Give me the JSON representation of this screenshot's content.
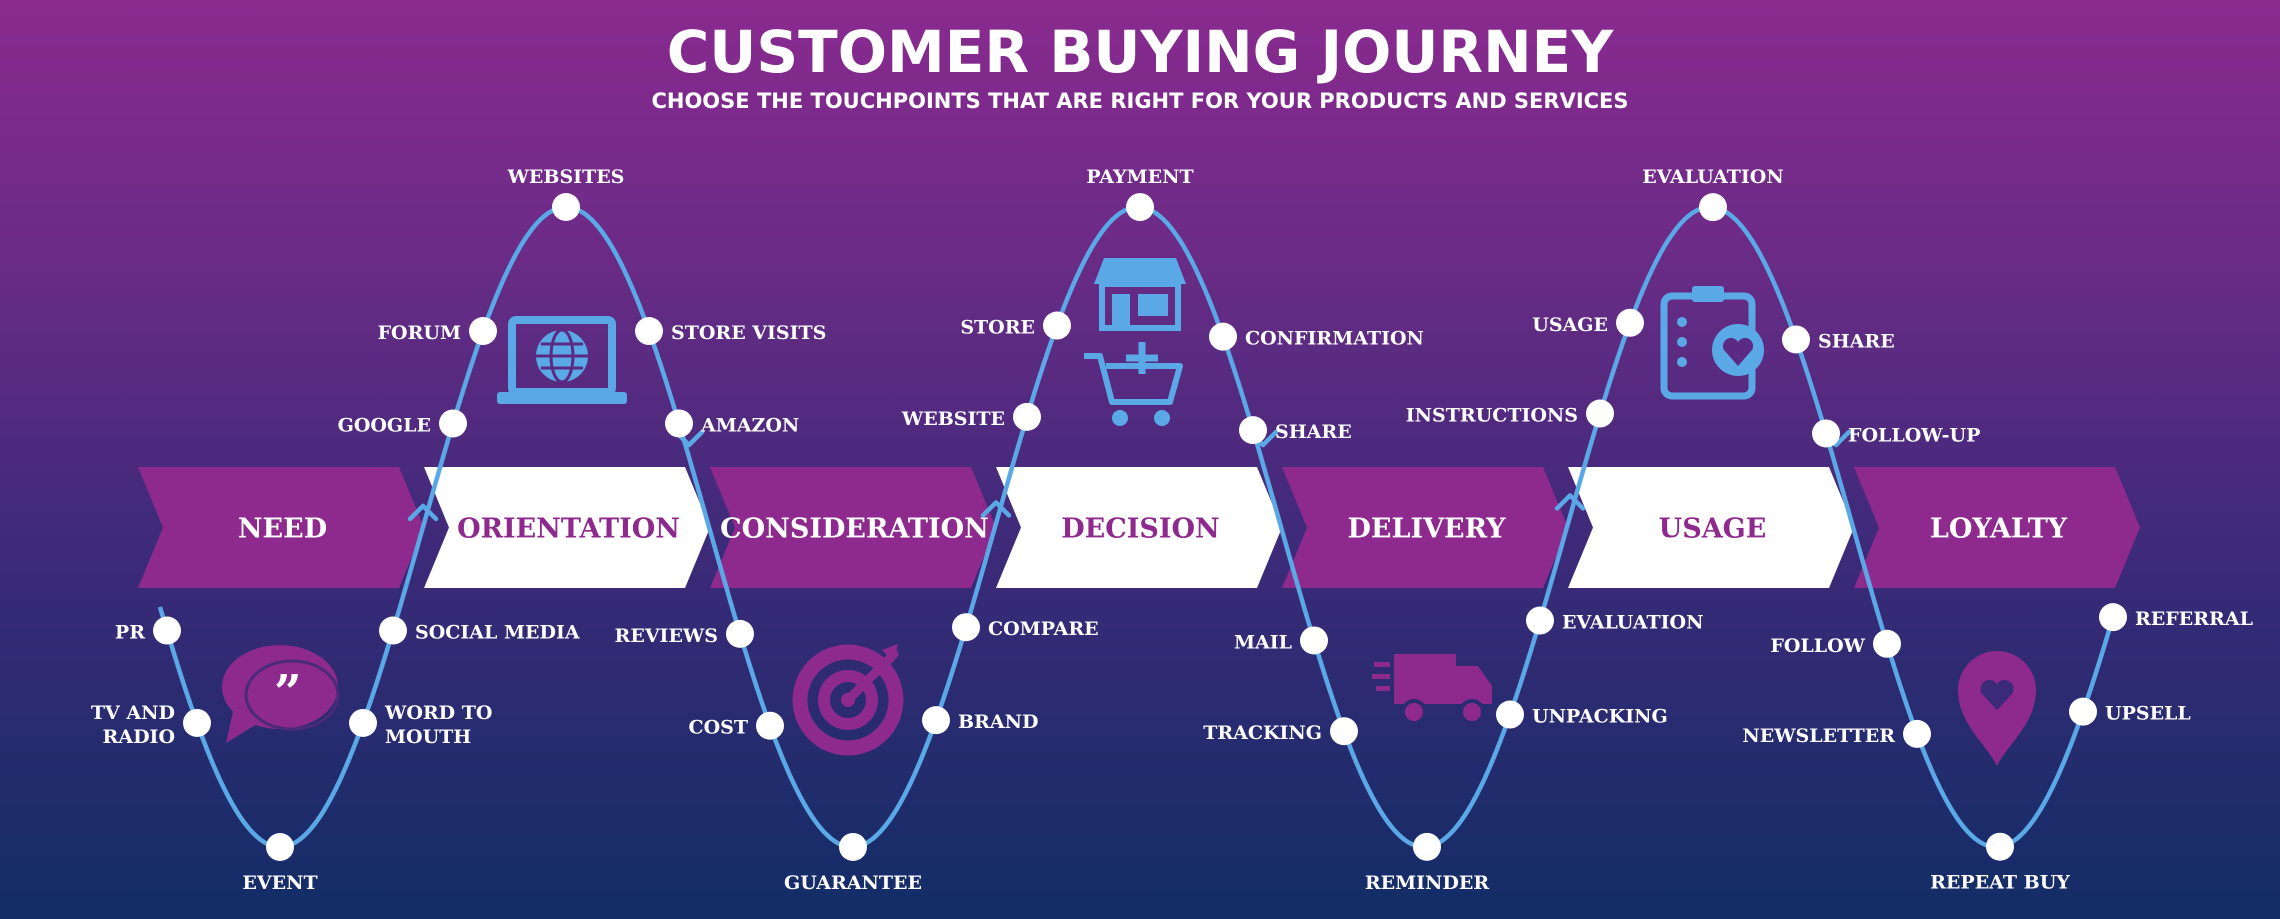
{
  "title": "CUSTOMER BUYING JOURNEY",
  "subtitle": "CHOOSE THE TOUCHPOINTS THAT ARE RIGHT FOR YOUR PRODUCTS AND SERVICES",
  "colors": {
    "background_top": "#8a2a8f",
    "background_bottom": "#122d66",
    "purple_stage": "#8e2a8e",
    "white_stage": "#ffffff",
    "curve": "#5aa9e6",
    "icon_blue": "#5aa9e6",
    "icon_purple": "#8e2a8e",
    "text_white": "#ffffff",
    "text_purple": "#8e2a8e"
  },
  "stages": [
    {
      "label": "NEED",
      "style": "purple"
    },
    {
      "label": "ORIENTATION",
      "style": "white"
    },
    {
      "label": "CONSIDERATION",
      "style": "purple"
    },
    {
      "label": "DECISION",
      "style": "white"
    },
    {
      "label": "DELIVERY",
      "style": "purple"
    },
    {
      "label": "USAGE",
      "style": "white"
    },
    {
      "label": "LOYALTY",
      "style": "purple"
    }
  ],
  "touchpoints": [
    {
      "stage": "NEED",
      "labels": [
        "PR",
        "TV AND\nRADIO",
        "EVENT",
        "WORD TO\nMOUTH",
        "SOCIAL MEDIA"
      ]
    },
    {
      "stage": "ORIENTATION",
      "labels": [
        "GOOGLE",
        "FORUM",
        "WEBSITES",
        "STORE VISITS",
        "AMAZON"
      ]
    },
    {
      "stage": "CONSIDERATION",
      "labels": [
        "REVIEWS",
        "COST",
        "GUARANTEE",
        "BRAND",
        "COMPARE"
      ]
    },
    {
      "stage": "DECISION",
      "labels": [
        "WEBSITE",
        "STORE",
        "PAYMENT",
        "CONFIRMATION",
        "SHARE"
      ]
    },
    {
      "stage": "DELIVERY",
      "labels": [
        "MAIL",
        "TRACKING",
        "REMINDER",
        "UNPACKING",
        "EVALUATION"
      ]
    },
    {
      "stage": "USAGE",
      "labels": [
        "INSTRUCTIONS",
        "USAGE",
        "EVALUATION",
        "SHARE",
        "FOLLOW-UP"
      ]
    },
    {
      "stage": "LOYALTY",
      "labels": [
        "FOLLOW",
        "NEWSLETTER",
        "REPEAT BUY",
        "UPSELL",
        "REFERRAL"
      ]
    }
  ],
  "icons": [
    {
      "name": "speech-bubble-icon",
      "stage": "NEED"
    },
    {
      "name": "laptop-globe-icon",
      "stage": "ORIENTATION"
    },
    {
      "name": "target-icon",
      "stage": "CONSIDERATION"
    },
    {
      "name": "store-icon",
      "stage": "DECISION"
    },
    {
      "name": "shopping-cart-icon",
      "stage": "DECISION"
    },
    {
      "name": "delivery-truck-icon",
      "stage": "DELIVERY"
    },
    {
      "name": "clipboard-heart-icon",
      "stage": "USAGE"
    },
    {
      "name": "location-heart-icon",
      "stage": "LOYALTY"
    }
  ]
}
